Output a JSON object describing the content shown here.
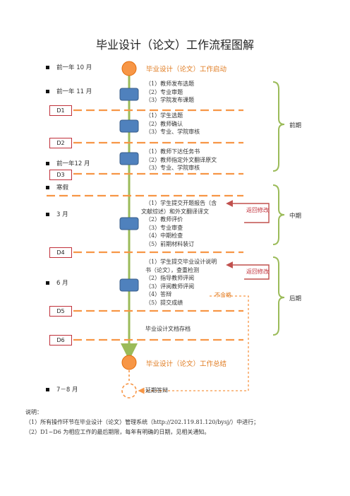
{
  "title": "毕业设计（论文）工作流程图解",
  "timeline": [
    {
      "label": "前一年 10 月"
    },
    {
      "label": "前一年 11 月"
    },
    {
      "label": "前一年12 月"
    },
    {
      "label": "寒假"
    },
    {
      "label": "3 月"
    },
    {
      "label": "6 月"
    },
    {
      "label": "7－8 月"
    }
  ],
  "start_label": "毕业设计（论文）工作启动",
  "end_label": "毕业设计（论文）工作总结",
  "delay_label": "延期答辩",
  "archive_label": "毕业设计文档存档",
  "step_groups": [
    [
      "（1）教师发布选题",
      "（2）专业审题",
      "（3）学院发布课题"
    ],
    [
      "（1）学生选题",
      "（2）教师确认",
      "（3）专业、学院审核"
    ],
    [
      "（1）教师下达任务书",
      "（2）教师指定外文翻译原文",
      "（3）专业、学院审核"
    ],
    [
      "（1）学生提交开题报告（含",
      "文献综述）和外文翻译译文",
      "（2）教师评价",
      "（3）专业审查",
      "（4）中期检查",
      "（5）前期材料装订"
    ],
    [
      "（1）学生提交毕业设计说明",
      "书（论文），查重检测",
      "（2）指导教师评阅",
      "（3）评阅教师评阅",
      "（4）答辩",
      "（5）提交成绩"
    ]
  ],
  "deadlines": [
    "D1",
    "D2",
    "D3",
    "D4",
    "D5",
    "D6"
  ],
  "return_labels": [
    "返回修改",
    "返回修改"
  ],
  "fail_label": "不合格",
  "phases": [
    "前期",
    "中期",
    "后期"
  ],
  "notes": {
    "heading": "说明：",
    "line1": "（1）所有操作环节在毕业设计（论文）管理系统（http://202.119.81.120/bysj/）中进行；",
    "line2": "（2）D1~D6 为相应工作的最后期限，每年有明确的日期，见相关通知。"
  },
  "colors": {
    "spine": "#9bbb59",
    "node_blue": "#4f81bd",
    "node_orange": "#f79646",
    "deadline_dash": "#f79646",
    "text_orange": "#e07b20",
    "return_arrow": "#c0504d",
    "brace": "#9bbb59"
  }
}
